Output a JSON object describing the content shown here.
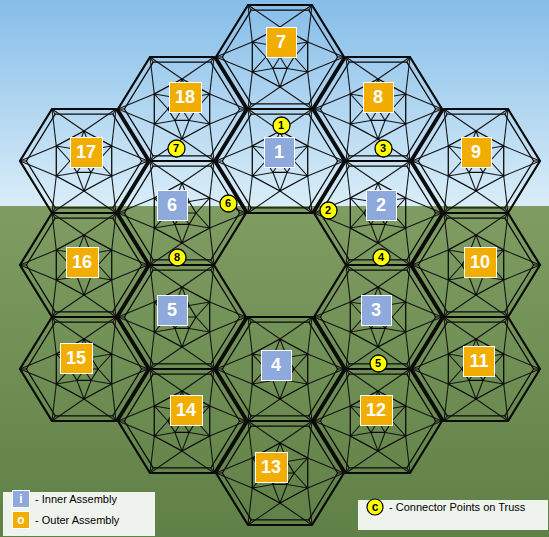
{
  "diagram": {
    "nodes": [
      {
        "text": [
          "7"
        ]
      },
      {
        "text": [
          "18"
        ]
      },
      {
        "text": [
          "8"
        ]
      },
      {
        "text": [
          "1"
        ]
      },
      {
        "text": [
          "17"
        ]
      },
      {
        "text": [
          "7"
        ]
      },
      {
        "text": [
          "1"
        ]
      },
      {
        "text": [
          "3"
        ]
      },
      {
        "text": [
          "9"
        ]
      },
      {
        "text": [
          "6"
        ]
      },
      {
        "text": [
          "6"
        ]
      },
      {
        "text": [
          "2"
        ]
      },
      {
        "text": [
          "2"
        ]
      },
      {
        "text": [
          "16"
        ]
      },
      {
        "text": [
          "8"
        ]
      },
      {
        "text": [
          "4"
        ]
      },
      {
        "text": [
          "10"
        ]
      },
      {
        "text": [
          "5"
        ]
      },
      {
        "text": [
          "3"
        ]
      },
      {
        "text": [
          "15"
        ]
      },
      {
        "text": [
          "4"
        ]
      },
      {
        "text": [
          "5"
        ]
      },
      {
        "text": [
          "11"
        ]
      },
      {
        "text": [
          "14"
        ]
      },
      {
        "text": [
          "12"
        ]
      },
      {
        "text": [
          "13"
        ]
      }
    ],
    "labels": [
      "i",
      "o",
      "c"
    ],
    "legend": [
      {
        "text": "- Inner Assembly",
        "color": "#8EA9DB"
      },
      {
        "text": "- Outer Assembly",
        "color": "#F2AE00"
      },
      {
        "text": "- Connector Points on Truss",
        "color": "#FFFF00"
      }
    ]
  }
}
